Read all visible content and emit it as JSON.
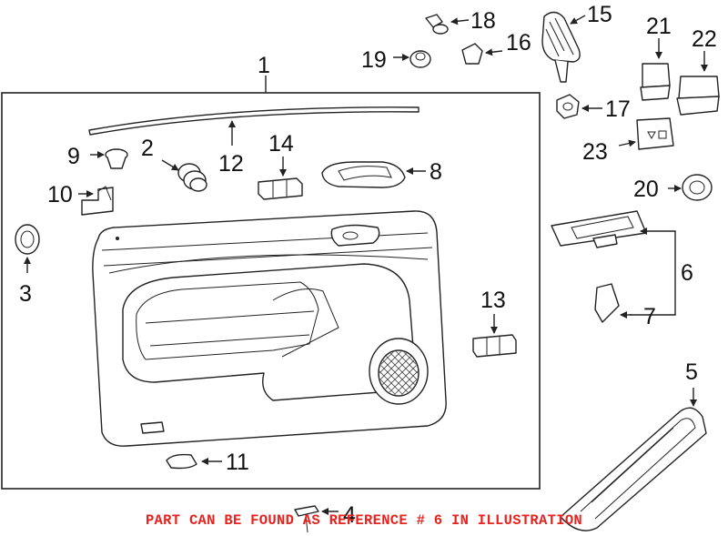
{
  "diagram": {
    "callouts": {
      "c1": "1",
      "c2": "2",
      "c3": "3",
      "c4": "4",
      "c5": "5",
      "c6": "6",
      "c7": "7",
      "c8": "8",
      "c9": "9",
      "c10": "10",
      "c11": "11",
      "c12": "12",
      "c13": "13",
      "c14": "14",
      "c15": "15",
      "c16": "16",
      "c17": "17",
      "c18": "18",
      "c19": "19",
      "c20": "20",
      "c21": "21",
      "c22": "22",
      "c23": "23"
    },
    "notice": "PART CAN BE FOUND AS REFERENCE # 6 IN ILLUSTRATION",
    "notice_color": "#e8231f"
  }
}
